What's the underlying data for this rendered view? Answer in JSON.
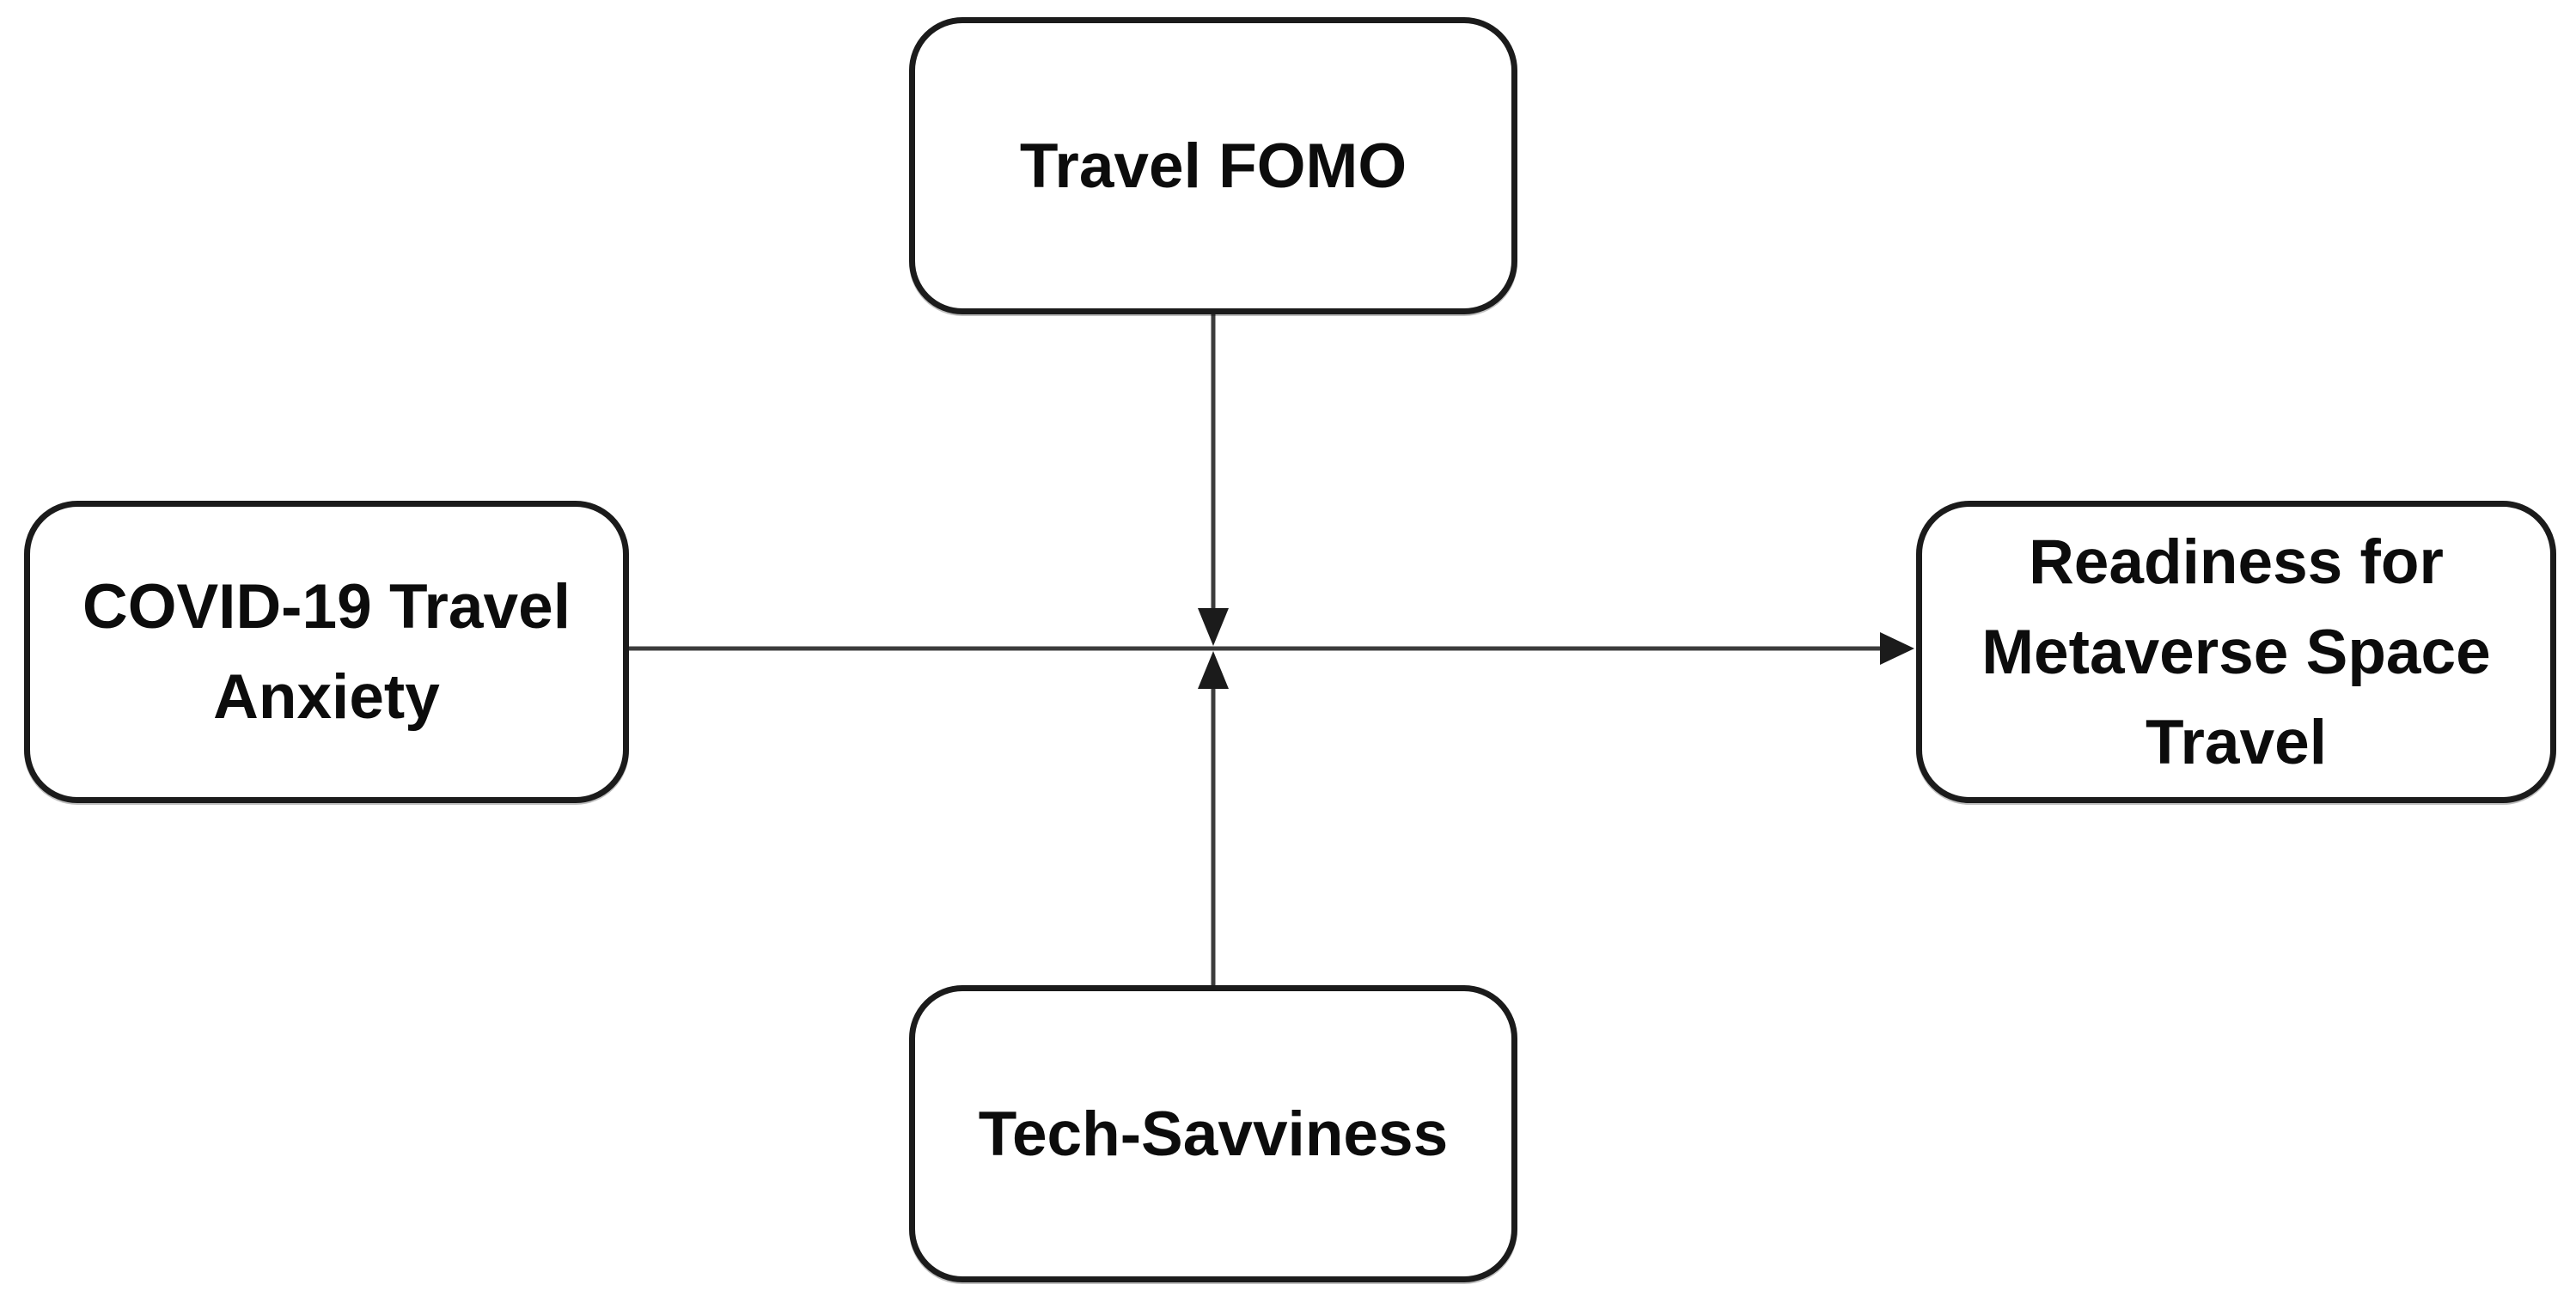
{
  "diagram": {
    "background_color": "#ffffff",
    "box_fill_color": "#ffffff",
    "box_border_color": "#1b1b1b",
    "connector_color": "#3c3c3c",
    "arrowhead_color": "#1b1b1b",
    "text_color": "#0c0c0c",
    "nodes": {
      "travel_fomo": {
        "label": "Travel FOMO"
      },
      "covid_travel_anxiety": {
        "label": "COVID-19 Travel\nAnxiety"
      },
      "tech_savviness": {
        "label": "Tech-Savviness"
      },
      "readiness_metaverse": {
        "label": "Readiness for\nMetaverse Space\nTravel"
      }
    },
    "edges": [
      {
        "from": "covid_travel_anxiety",
        "to": "readiness_metaverse",
        "type": "direct-arrow"
      },
      {
        "from": "travel_fomo",
        "to": "path:covid_travel_anxiety-readiness_metaverse",
        "type": "moderation-arrow"
      },
      {
        "from": "tech_savviness",
        "to": "path:covid_travel_anxiety-readiness_metaverse",
        "type": "moderation-arrow"
      }
    ]
  }
}
